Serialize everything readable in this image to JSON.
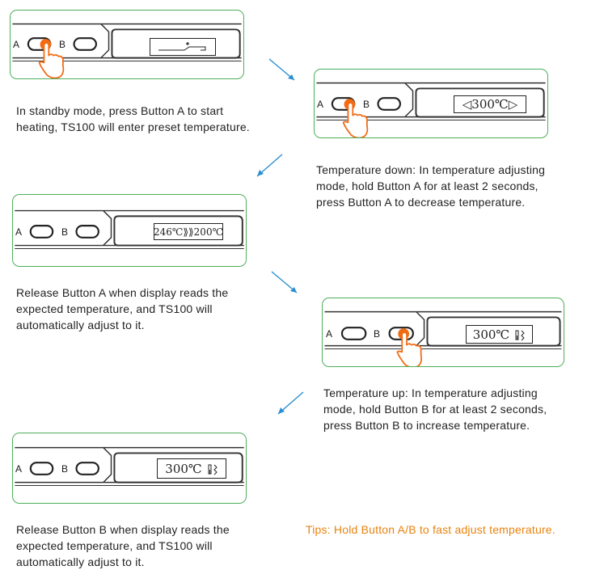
{
  "steps": [
    {
      "display": "",
      "description": [
        "In standby mode, press Button A to start",
        "heating, TS100 will enter preset temperature."
      ]
    },
    {
      "display": "◁300℃▷",
      "description": [
        "Temperature down: In temperature adjusting",
        "mode, hold Button A for at least 2 seconds,",
        "press Button A to decrease temperature."
      ]
    },
    {
      "display": "246℃⟫⟫200℃",
      "description": [
        "Release Button A when display reads the",
        "expected temperature, and TS100 will",
        "automatically adjust to it."
      ]
    },
    {
      "display": "300℃",
      "description": [
        "Temperature up: In temperature adjusting",
        "mode, hold Button B for at least 2 seconds,",
        "press Button B to increase temperature."
      ]
    },
    {
      "display": "300℃",
      "description": [
        "Release Button B when display reads the",
        "expected temperature, and TS100 will",
        "automatically adjust to it."
      ]
    }
  ],
  "button_labels": {
    "a": "A",
    "b": "B"
  },
  "tips": "Tips: Hold Button A/B to fast adjust temperature.",
  "colors": {
    "panel_border": "#4fae5c",
    "press_dot": "#f26a12",
    "arrow": "#2a8fd0",
    "tips_text": "#e8830f"
  },
  "icons": {
    "pressed_hand": "hand-pointer-icon",
    "heating": "heating-icon",
    "flow": "arrow-down-left-icon"
  }
}
